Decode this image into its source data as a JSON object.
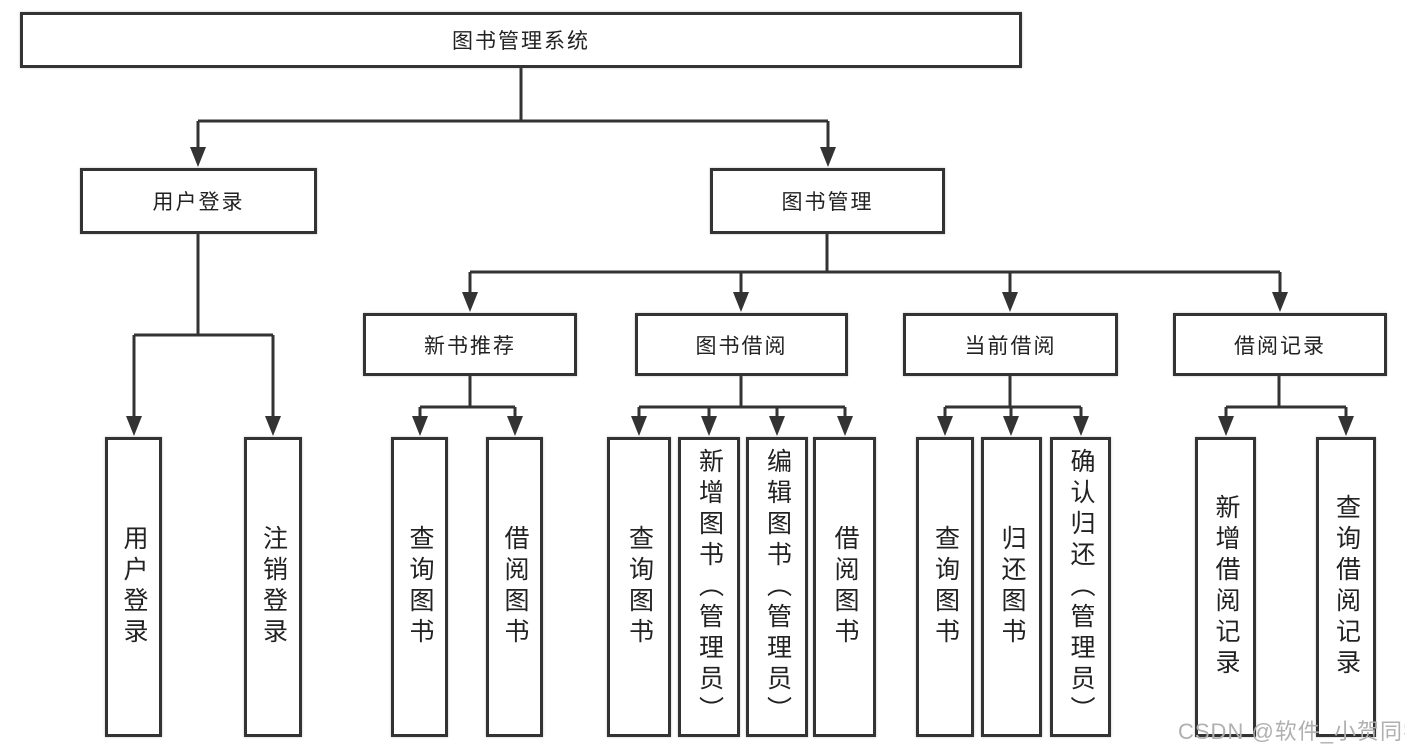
{
  "tree": {
    "root": {
      "label": "图书管理系统"
    },
    "branches": [
      {
        "label": "用户登录",
        "children": [
          "用户登录",
          "注销登录"
        ]
      },
      {
        "label": "图书管理",
        "sections": [
          {
            "label": "新书推荐",
            "children": [
              "查询图书",
              "借阅图书"
            ]
          },
          {
            "label": "图书借阅",
            "children": [
              "查询图书",
              "新增图书（管理员）",
              "编辑图书（管理员）",
              "借阅图书"
            ]
          },
          {
            "label": "当前借阅",
            "children": [
              "查询图书",
              "归还图书",
              "确认归还（管理员）"
            ]
          },
          {
            "label": "借阅记录",
            "children": [
              "新增借阅记录",
              "查询借阅记录"
            ]
          }
        ]
      }
    ]
  },
  "watermark": {
    "text": "CSDN @软件_小贺同学"
  },
  "colors": {
    "line": "#333333",
    "box_border": "#333333",
    "text": "#222222",
    "watermark": "#b0b0b0",
    "background": "#ffffff"
  }
}
